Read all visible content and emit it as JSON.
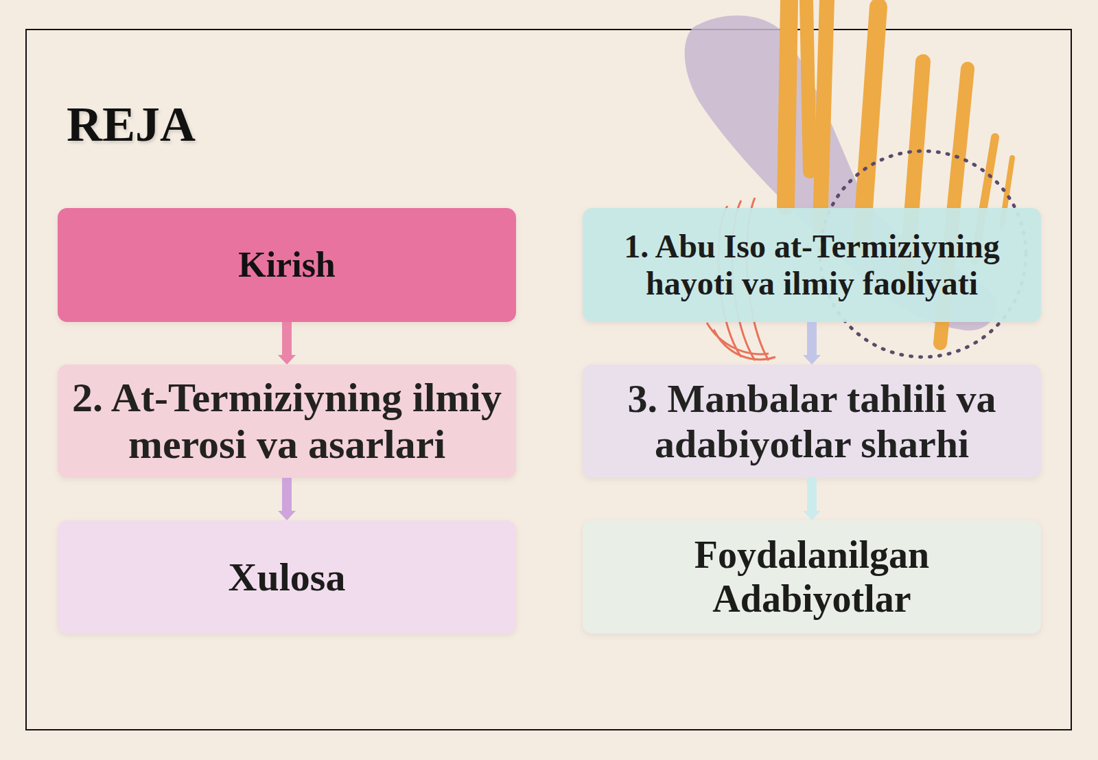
{
  "diagram": {
    "title": "REJA",
    "nodes": [
      {
        "text": [
          "Kirish"
        ]
      },
      {
        "text": [
          "1. Abu Iso at-Termiziyning hayoti va ilmiy faoliyati"
        ]
      },
      {
        "text": [
          "2. At-Termiziyning ilmiy merosi va asarlari"
        ]
      },
      {
        "text": [
          "3. Manbalar tahlili va adabiyotlar sharhi"
        ]
      },
      {
        "text": [
          "Xulosa"
        ]
      },
      {
        "text": [
          "Foydalanilgan Adabiyotlar"
        ]
      }
    ],
    "edges": [
      {
        "from": 0,
        "to": 2,
        "arrow": "to"
      },
      {
        "from": 2,
        "to": 4,
        "arrow": "to"
      },
      {
        "from": 1,
        "to": 3,
        "arrow": "to"
      },
      {
        "from": 3,
        "to": 5,
        "arrow": "to"
      }
    ]
  }
}
